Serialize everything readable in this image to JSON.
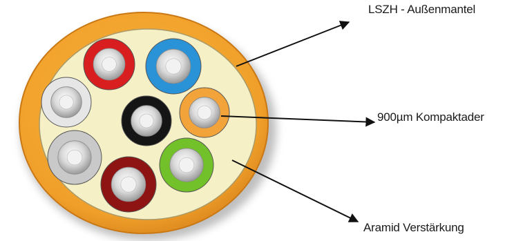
{
  "labels": {
    "outer_sheath": "LSZH - Außenmantel",
    "fiber": "900µm Kompaktader",
    "aramid": "Aramid Verstärkung"
  },
  "colors": {
    "outer_jacket": "#f3a12a",
    "jacket_edge": "#d9841a",
    "filler": "#f6f0c6",
    "fiber_core": "#d6d6d6",
    "fiber_core_light": "#f4f4f4",
    "arrow": "#111111"
  },
  "fibers": [
    {
      "name": "red-fiber",
      "ring_color": "#d81e1e"
    },
    {
      "name": "blue-fiber",
      "ring_color": "#2a93d8"
    },
    {
      "name": "white-fiber-left",
      "ring_color": "#e6e6e6"
    },
    {
      "name": "black-fiber-center",
      "ring_color": "#151515"
    },
    {
      "name": "orange-fiber",
      "ring_color": "#f2a43a"
    },
    {
      "name": "grey-fiber",
      "ring_color": "#c9c9c9"
    },
    {
      "name": "green-fiber",
      "ring_color": "#72c02a"
    },
    {
      "name": "darkred-fiber",
      "ring_color": "#8e1414"
    }
  ]
}
